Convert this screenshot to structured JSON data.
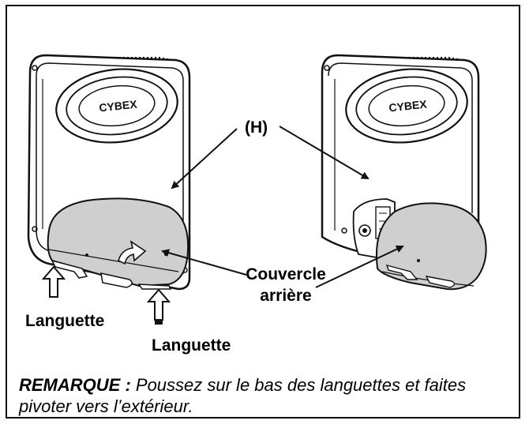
{
  "labels": {
    "h": "(H)",
    "cover_line1": "Couvercle",
    "cover_line2": "arrière",
    "tab_left": "Languette",
    "tab_right": "Languette"
  },
  "logo_text": "CYBEX",
  "note": {
    "prefix": "REMARQUE :",
    "text": " Poussez sur le bas des languettes et faites pivoter vers l’extérieur."
  },
  "colors": {
    "outline": "#111111",
    "cover_fill": "#cfcfcf",
    "background": "#ffffff"
  }
}
